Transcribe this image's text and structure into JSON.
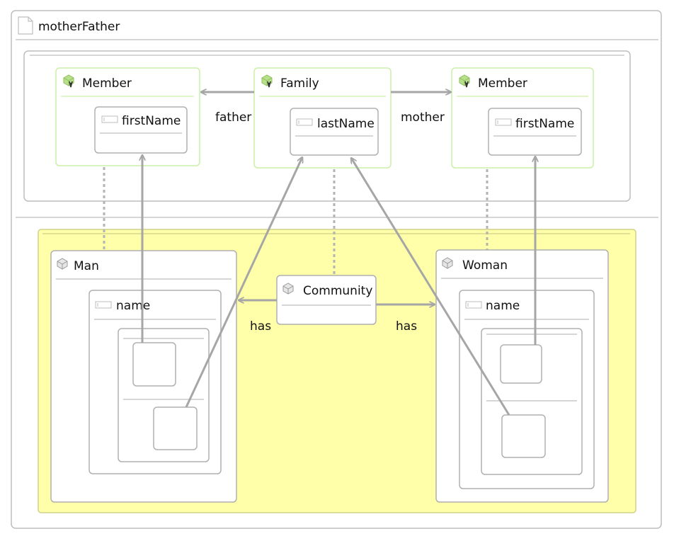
{
  "diagram": {
    "title": "motherFather",
    "left_member": {
      "name": "Member",
      "attribute": "firstName"
    },
    "family": {
      "name": "Family",
      "attribute": "lastName"
    },
    "right_member": {
      "name": "Member",
      "attribute": "firstName"
    },
    "man": {
      "name": "Man",
      "attribute": "name"
    },
    "community": {
      "name": "Community"
    },
    "woman": {
      "name": "Woman",
      "attribute": "name"
    },
    "edges": {
      "father": "father",
      "mother": "mother",
      "has_left": "has",
      "has_right": "has"
    }
  },
  "colors": {
    "border": "#b0b0b0",
    "green_border": "#ccf0a8",
    "yellow_fill": "#ffffaa",
    "yellow_border": "#d0d08a",
    "edge": "#a6a6a6",
    "icon_green": "#9ad46a"
  }
}
